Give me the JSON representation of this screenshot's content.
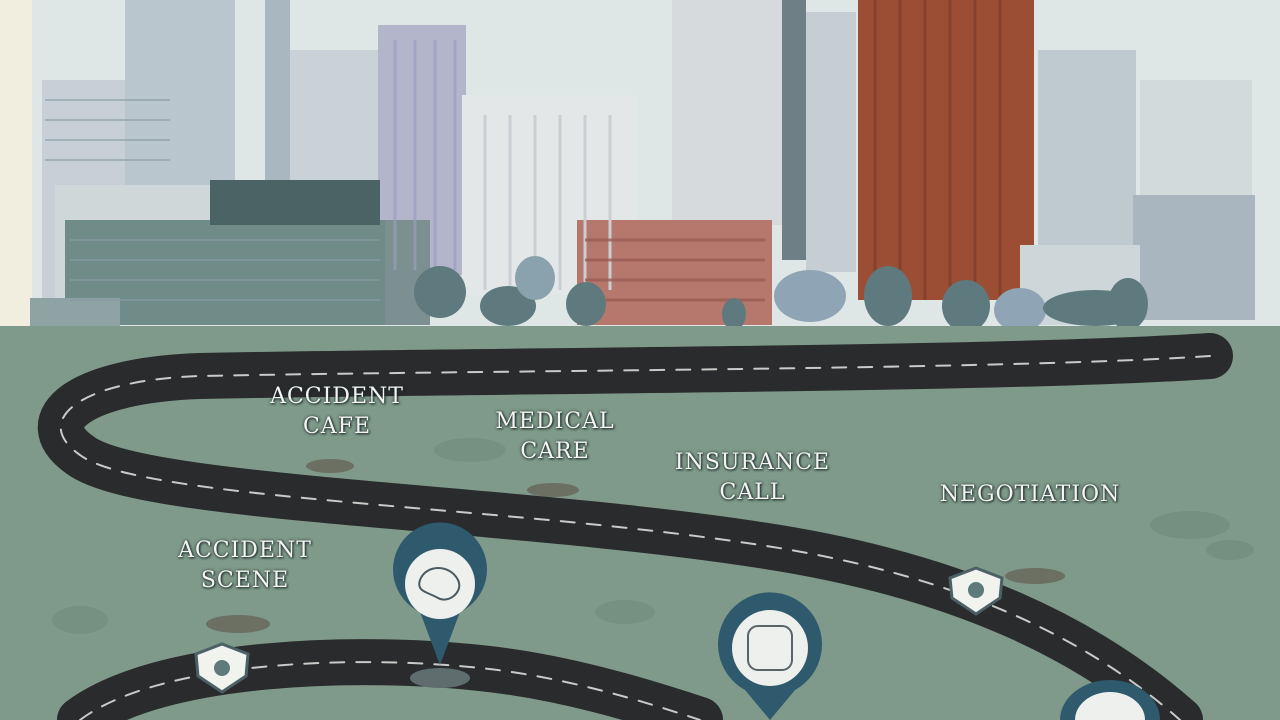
{
  "scene": {
    "description_free": true,
    "colors": {
      "sky": "#dfe6e6",
      "ground": "#7f9a8a",
      "road": "#2a2b2d",
      "pin": "#2f5a6e",
      "tower_accent": "#9b4e34"
    }
  },
  "labels": {
    "accident_care": [
      "ACCIDENT",
      "CAFE"
    ],
    "medical_care": [
      "MEDICAL",
      "CARE"
    ],
    "insurance_call": [
      "INSURANCE",
      "CALL"
    ],
    "negotiation": [
      "NEGOTIATION"
    ],
    "accident_scene": [
      "ACCIDENT",
      "SCENE"
    ]
  },
  "icons": [
    "pin-icon",
    "shield-icon"
  ]
}
